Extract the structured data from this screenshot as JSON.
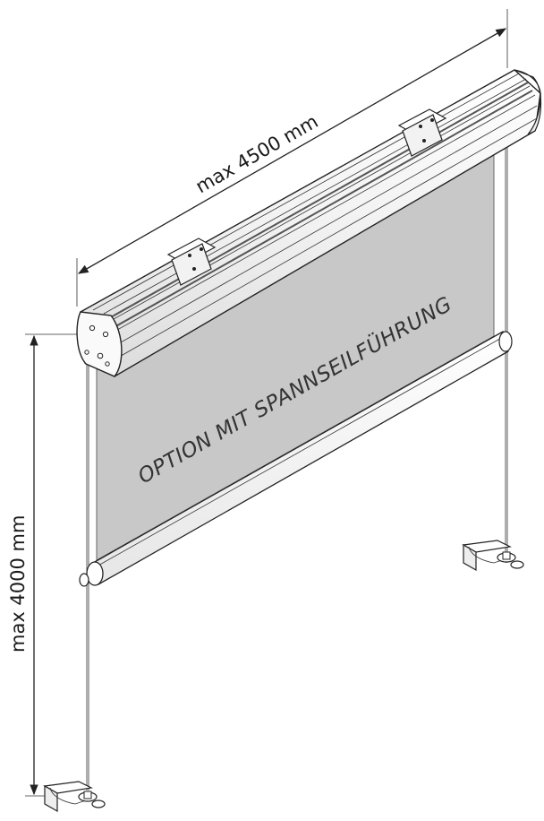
{
  "labels": {
    "width_dimension": "max 4500 mm",
    "height_dimension": "max 4000 mm",
    "fabric_caption": "OPTION MIT SPANNSEILFÜHRUNG"
  },
  "colors": {
    "fabric": "#c8c8c8",
    "line": "#222222",
    "background": "#ffffff"
  }
}
